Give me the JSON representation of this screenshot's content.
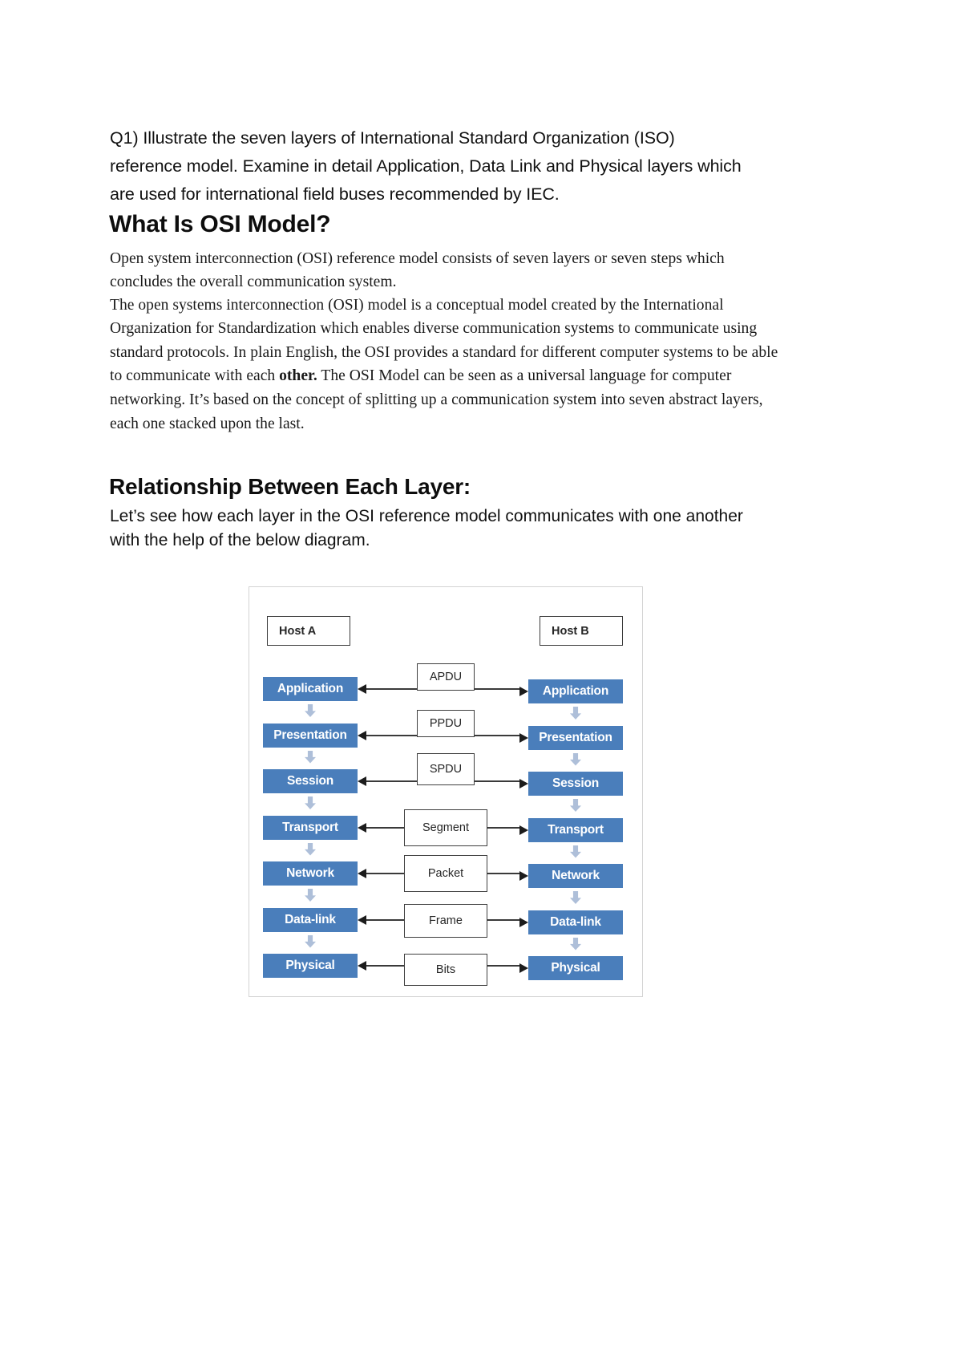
{
  "document": {
    "question": "Q1) Illustrate the seven layers of International Standard Organization (ISO) reference model. Examine in detail Application, Data Link and Physical layers which are used for international field buses recommended by IEC.",
    "heading_osi": "What Is OSI Model?",
    "paragraph_1": "Open system interconnection (OSI) reference model consists of seven layers or seven steps which concludes the overall communication system.",
    "paragraph_2_a": "The open systems interconnection (OSI) model is a conceptual model created by the International Organization for Standardization which enables diverse communication systems to communicate using standard protocols. In plain English, the OSI provides a standard for different computer systems to be able to communicate with each ",
    "paragraph_2_bold": "other.",
    "paragraph_2_b": " The OSI Model can be seen as a universal language for computer networking. It’s based on the concept of splitting up a communication system into seven abstract layers, each one stacked upon the last.",
    "heading_relationship": "Relationship Between Each Layer:",
    "paragraph_relationship": "Let’s see how each layer in the OSI reference model communicates with one another with the help of the below diagram."
  },
  "diagram": {
    "host_a": "Host A",
    "host_b": "Host B",
    "layer_color": "#4a7ebb",
    "arrow_color": "#aebfd9",
    "layers": [
      {
        "name": "Application",
        "pdu": "APDU"
      },
      {
        "name": "Presentation",
        "pdu": "PPDU"
      },
      {
        "name": "Session",
        "pdu": "SPDU"
      },
      {
        "name": "Transport",
        "pdu": "Segment"
      },
      {
        "name": "Network",
        "pdu": "Packet"
      },
      {
        "name": "Data-link",
        "pdu": "Frame"
      },
      {
        "name": "Physical",
        "pdu": "Bits"
      }
    ]
  }
}
